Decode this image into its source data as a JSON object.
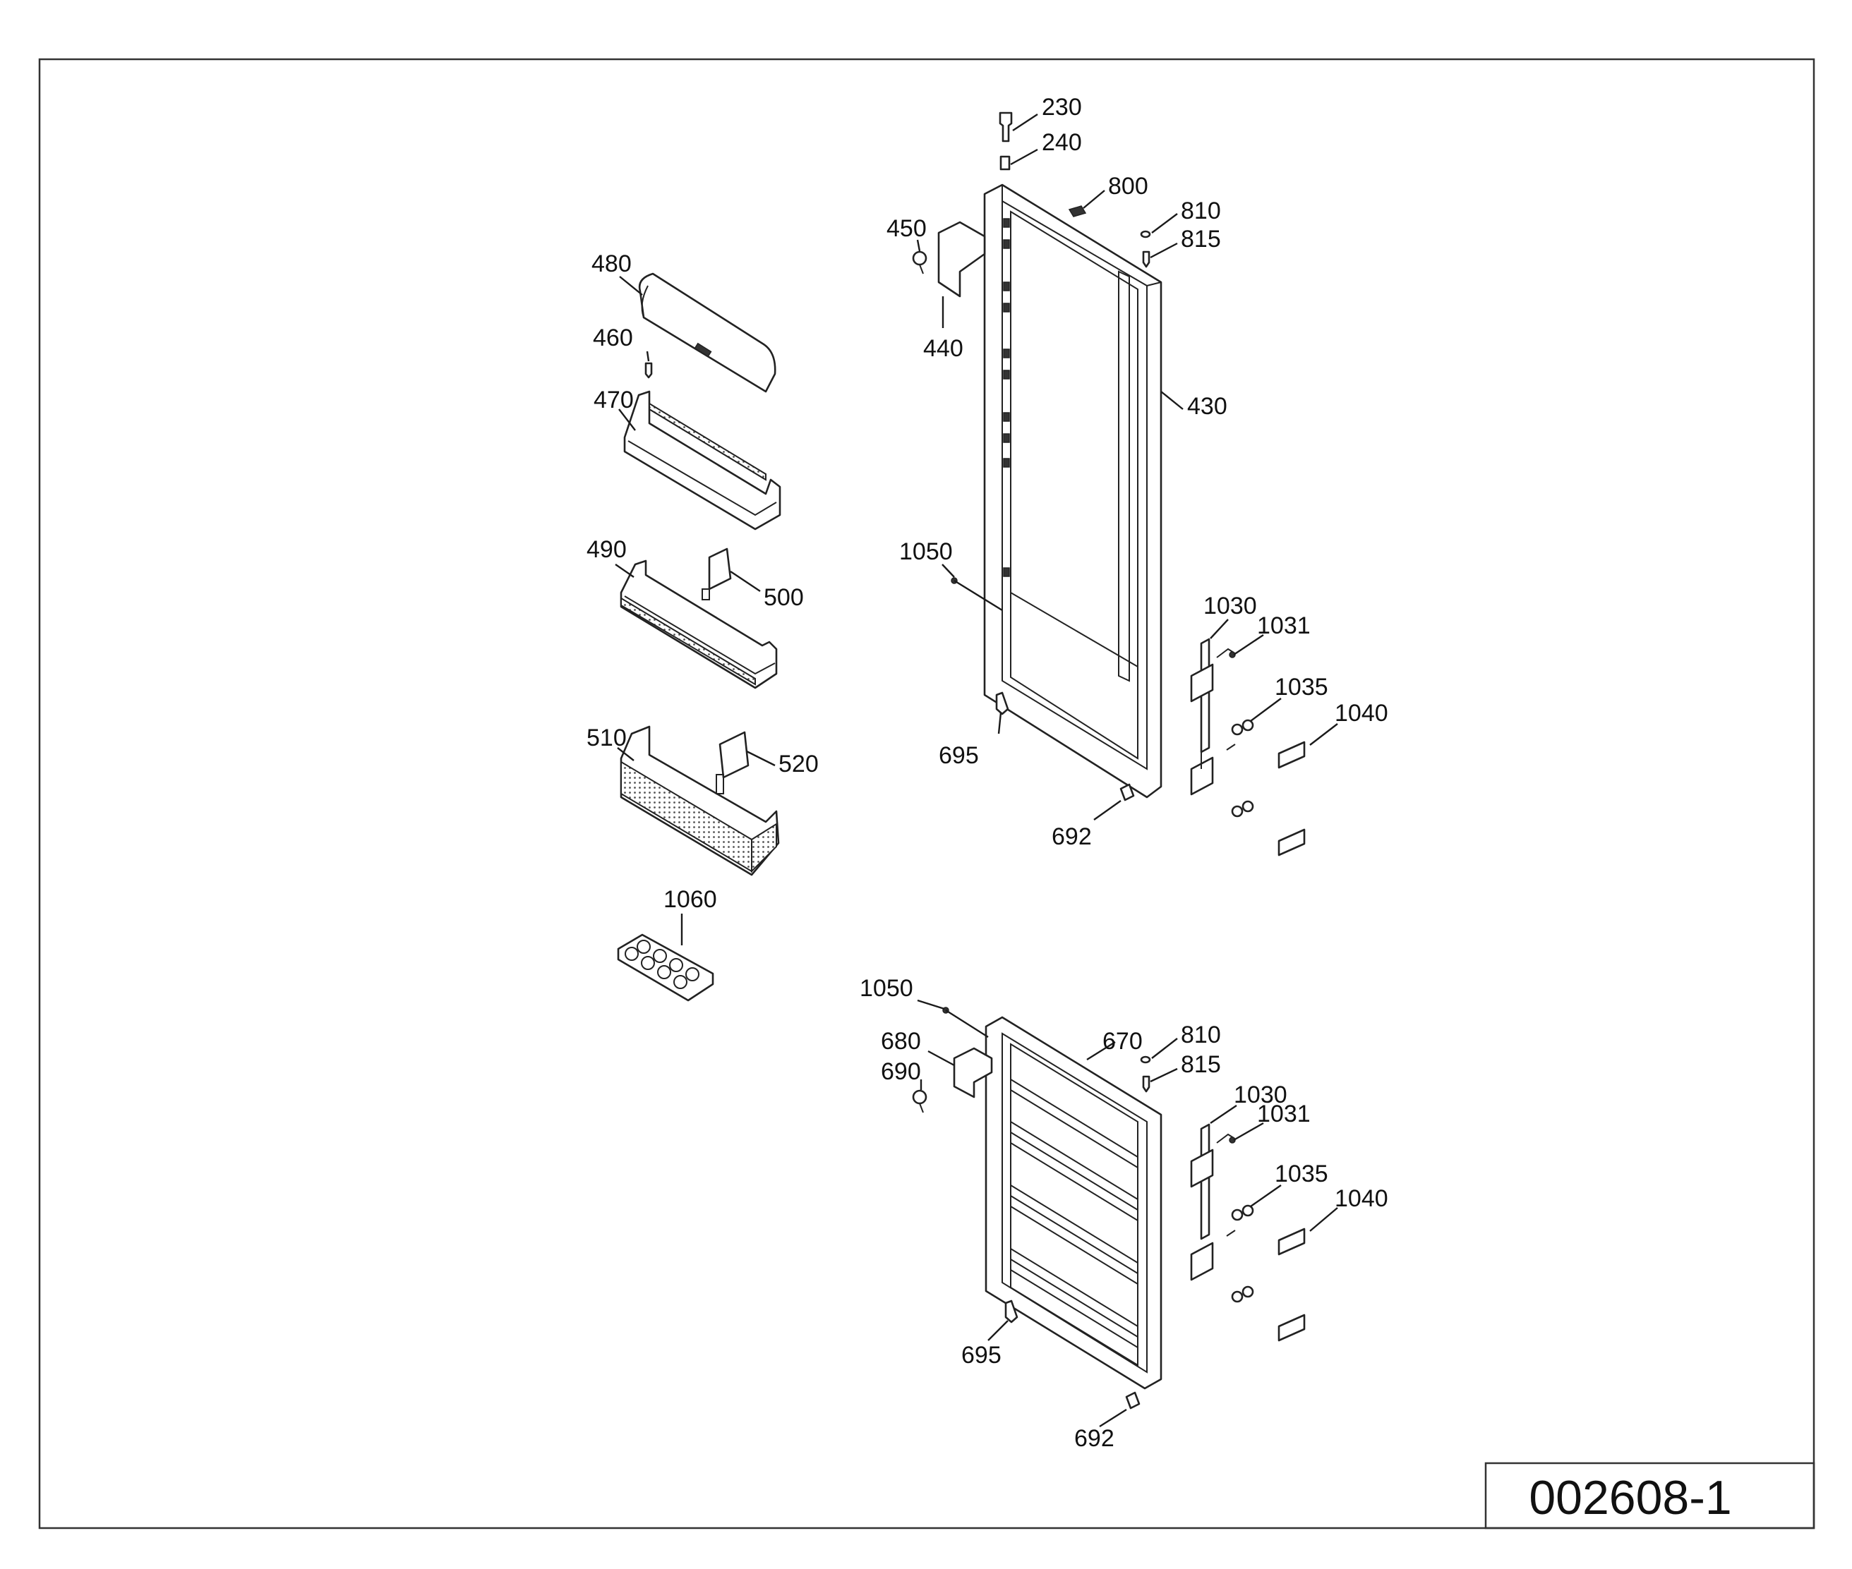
{
  "drawing_number": "002608-1",
  "callouts": [
    {
      "id": "c230",
      "text": "230"
    },
    {
      "id": "c240",
      "text": "240"
    },
    {
      "id": "c800",
      "text": "800"
    },
    {
      "id": "c810a",
      "text": "810"
    },
    {
      "id": "c815a",
      "text": "815"
    },
    {
      "id": "c450",
      "text": "450"
    },
    {
      "id": "c440",
      "text": "440"
    },
    {
      "id": "c430",
      "text": "430"
    },
    {
      "id": "c480",
      "text": "480"
    },
    {
      "id": "c460",
      "text": "460"
    },
    {
      "id": "c470",
      "text": "470"
    },
    {
      "id": "c490",
      "text": "490"
    },
    {
      "id": "c500",
      "text": "500"
    },
    {
      "id": "c510",
      "text": "510"
    },
    {
      "id": "c520",
      "text": "520"
    },
    {
      "id": "c1060",
      "text": "1060"
    },
    {
      "id": "c1050a",
      "text": "1050"
    },
    {
      "id": "c695a",
      "text": "695"
    },
    {
      "id": "c692a",
      "text": "692"
    },
    {
      "id": "c1030a",
      "text": "1030"
    },
    {
      "id": "c1031a",
      "text": "1031"
    },
    {
      "id": "c1035a",
      "text": "1035"
    },
    {
      "id": "c1040a",
      "text": "1040"
    },
    {
      "id": "c1050b",
      "text": "1050"
    },
    {
      "id": "c680",
      "text": "680"
    },
    {
      "id": "c690",
      "text": "690"
    },
    {
      "id": "c670",
      "text": "670"
    },
    {
      "id": "c810b",
      "text": "810"
    },
    {
      "id": "c815b",
      "text": "815"
    },
    {
      "id": "c1030b",
      "text": "1030"
    },
    {
      "id": "c1031b",
      "text": "1031"
    },
    {
      "id": "c1035b",
      "text": "1035"
    },
    {
      "id": "c1040b",
      "text": "1040"
    },
    {
      "id": "c695b",
      "text": "695"
    },
    {
      "id": "c692b",
      "text": "692"
    }
  ]
}
